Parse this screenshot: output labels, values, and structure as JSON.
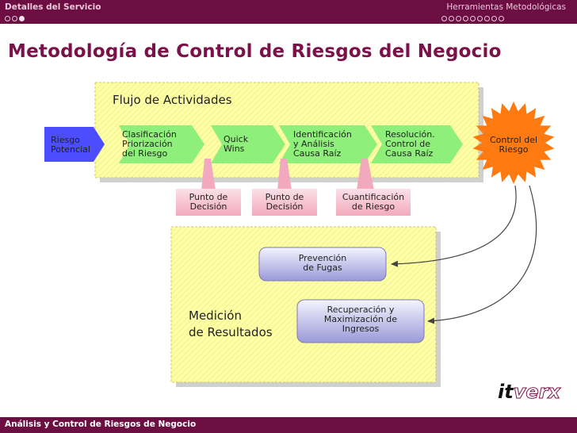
{
  "header": {
    "left_title": "Detalles del Servicio",
    "right_title": "Herramientas Metodológicas",
    "left_dots": 3,
    "left_active": 3,
    "right_dots": 9
  },
  "slide": {
    "title": "Metodología de Control de Riesgos del Negocio"
  },
  "flow": {
    "heading": "Flujo de Actividades",
    "start": "Riesgo\nPotencial",
    "steps": [
      "Clasificación\nPriorización\ndel Riesgo",
      "Quick\nWins",
      "Identificación\ny Análisis\nCausa Raíz",
      "Resolución.\nControl de\nCausa Raíz"
    ],
    "star": "Control del\nRiesgo",
    "callouts": [
      "Punto de\nDecisión",
      "Punto de\nDecisión",
      "Cuantificación\nde Riesgo"
    ]
  },
  "results": {
    "heading": "Medición\nde Resultados",
    "boxes": [
      "Prevención\nde Fugas",
      "Recuperación y\nMaximización de\nIngresos"
    ]
  },
  "logo": {
    "part1": "it",
    "part2": "verx"
  },
  "colors": {
    "bar": "#6d0e43",
    "title": "#7a1249",
    "step": "#8ef07a",
    "start": "#4b4dff",
    "star": "#ff7a10",
    "callout": "#f7b8c8",
    "box": "#c8c8ee",
    "note": "#ffffa8"
  },
  "footer": {
    "text": "Análisis y Control de Riesgos de Negocio"
  }
}
